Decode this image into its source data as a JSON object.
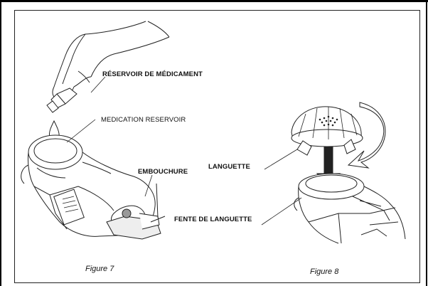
{
  "labels": {
    "reservoir_fr": "RÉSERVOIR DE MÉDICAMENT",
    "reservoir_en": "MEDICATION RESERVOIR",
    "embouchure": "EMBOUCHURE",
    "languette": "LANGUETTE",
    "fente": "FENTE DE LANGUETTE"
  },
  "captions": {
    "fig7": "Figure 7",
    "fig8": "Figure 8"
  }
}
